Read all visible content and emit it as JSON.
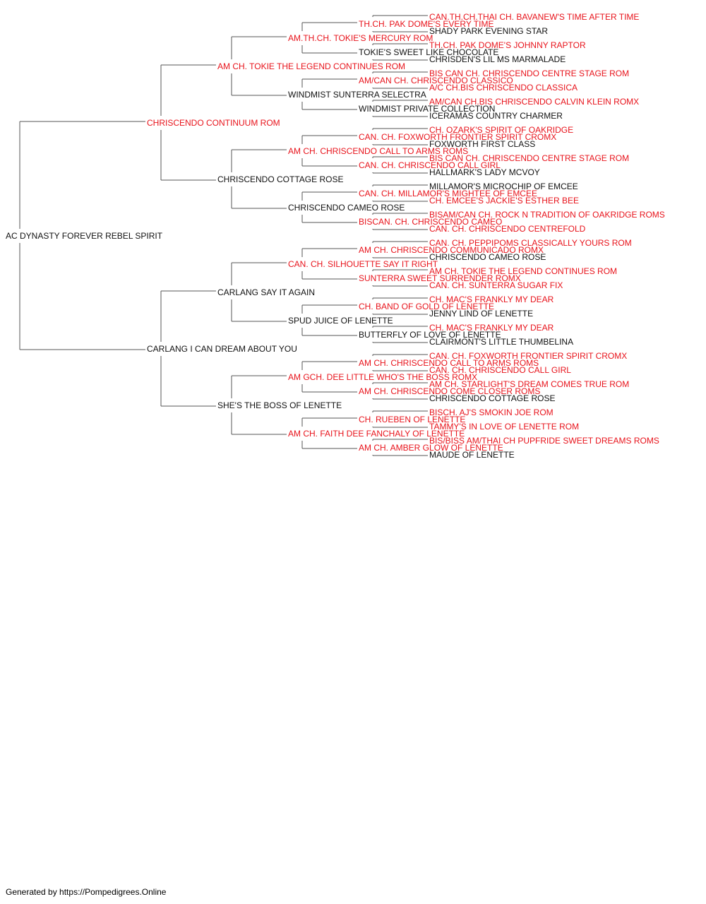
{
  "colors": {
    "champion": "#e8131b",
    "regular": "#111111",
    "line": "#555555"
  },
  "subject": {
    "name": "AC DYNASTY FOREVER REBEL SPIRIT",
    "champion": false
  },
  "generations": [
    [
      {
        "name": "CHRISCENDO CONTINUUM ROM",
        "champion": true
      },
      {
        "name": "CARLANG I CAN DREAM ABOUT YOU",
        "champion": false
      }
    ],
    [
      {
        "name": "AM CH. TOKIE THE LEGEND CONTINUES ROM",
        "champion": true
      },
      {
        "name": "CHRISCENDO COTTAGE ROSE",
        "champion": false
      },
      {
        "name": "CARLANG SAY IT AGAIN",
        "champion": false
      },
      {
        "name": "SHE'S THE BOSS OF LENETTE",
        "champion": false
      }
    ],
    [
      {
        "name": "AM.TH.CH. TOKIE'S MERCURY ROM",
        "champion": true
      },
      {
        "name": "WINDMIST SUNTERRA SELECTRA",
        "champion": false
      },
      {
        "name": "AM CH. CHRISCENDO CALL TO ARMS ROMS",
        "champion": true
      },
      {
        "name": "CHRISCENDO CAMEO ROSE",
        "champion": false
      },
      {
        "name": "CAN. CH. SILHOUETTE SAY IT RIGHT",
        "champion": true
      },
      {
        "name": "SPUD JUICE OF LENETTE",
        "champion": false
      },
      {
        "name": "AM GCH. DEE LITTLE WHO'S THE BOSS ROMX",
        "champion": true
      },
      {
        "name": "AM CH. FAITH DEE FANCHALY OF LENETTE",
        "champion": true
      }
    ],
    [
      {
        "name": "TH.CH. PAK DOME'S EVERY TIME",
        "champion": true
      },
      {
        "name": "TOKIE'S SWEET LIKE CHOCOLATE",
        "champion": false
      },
      {
        "name": "AM/CAN CH. CHRISCENDO CLASSICO",
        "champion": true
      },
      {
        "name": "WINDMIST PRIVATE COLLECTION",
        "champion": false
      },
      {
        "name": "CAN. CH. FOXWORTH FRONTIER SPIRIT CROMX",
        "champion": true
      },
      {
        "name": "CAN. CH. CHRISCENDO CALL GIRL",
        "champion": true
      },
      {
        "name": "CAN. CH. MILLAMOR'S MIGHTEE OF EMCEE",
        "champion": true
      },
      {
        "name": "BISCAN. CH. CHRISCENDO CAMEO",
        "champion": true
      },
      {
        "name": "AM CH. CHRISCENDO COMMUNICADO ROMX",
        "champion": true
      },
      {
        "name": "SUNTERRA SWEET SURRENDER ROMX",
        "champion": true
      },
      {
        "name": "CH. BAND OF GOLD OF LENETTE",
        "champion": true
      },
      {
        "name": "BUTTERFLY OF LOVE OF LENETTE",
        "champion": false
      },
      {
        "name": "AM CH. CHRISCENDO CALL TO ARMS ROMS",
        "champion": true
      },
      {
        "name": "AM CH. CHRISCENDO COME CLOSER ROMS",
        "champion": true
      },
      {
        "name": "CH. RUEBEN OF LENETTE",
        "champion": true
      },
      {
        "name": "AM CH. AMBER GLOW OF LENETTE",
        "champion": true
      }
    ],
    [
      {
        "name": "CAN.TH.CH.THAI CH. BAVANEW'S TIME AFTER TIME",
        "champion": true
      },
      {
        "name": "SHADY PARK EVENING STAR",
        "champion": false
      },
      {
        "name": "TH.CH. PAK DOME'S JOHNNY RAPTOR",
        "champion": true
      },
      {
        "name": "CHRISDEN'S LIL MS MARMALADE",
        "champion": false
      },
      {
        "name": "BIS CAN CH. CHRISCENDO CENTRE STAGE ROM",
        "champion": true
      },
      {
        "name": "A/C CH.BIS CHRISCENDO CLASSICA",
        "champion": true
      },
      {
        "name": "AM/CAN CH.BIS CHRISCENDO CALVIN KLEIN ROMX",
        "champion": true
      },
      {
        "name": "ICERAMAS COUNTRY CHARMER",
        "champion": false
      },
      {
        "name": "CH. OZARK'S SPIRIT OF OAKRIDGE",
        "champion": true
      },
      {
        "name": "FOXWORTH FIRST CLASS",
        "champion": false
      },
      {
        "name": "BIS CAN CH. CHRISCENDO CENTRE STAGE ROM",
        "champion": true
      },
      {
        "name": "HALLMARK'S LADY MCVOY",
        "champion": false
      },
      {
        "name": "MILLAMOR'S MICROCHIP OF EMCEE",
        "champion": false
      },
      {
        "name": "CH. EMCEE'S JACKIE'S ESTHER BEE",
        "champion": true
      },
      {
        "name": "BISAM/CAN CH. ROCK N TRADITION OF OAKRIDGE ROMS",
        "champion": true
      },
      {
        "name": "CAN. CH. CHRISCENDO CENTREFOLD",
        "champion": true
      },
      {
        "name": "CAN. CH. PEPPIPOMS CLASSICALLY YOURS ROM",
        "champion": true
      },
      {
        "name": "CHRISCENDO CAMEO ROSE",
        "champion": false
      },
      {
        "name": "AM CH. TOKIE THE LEGEND CONTINUES ROM",
        "champion": true
      },
      {
        "name": "CAN. CH. SUNTERRA SUGAR FIX",
        "champion": true
      },
      {
        "name": "CH. MAC'S FRANKLY MY DEAR",
        "champion": true
      },
      {
        "name": "JENNY LIND OF LENETTE",
        "champion": false
      },
      {
        "name": "CH. MAC'S FRANKLY MY DEAR",
        "champion": true
      },
      {
        "name": "CLAIRMONT'S LITTLE THUMBELINA",
        "champion": false
      },
      {
        "name": "CAN. CH. FOXWORTH FRONTIER SPIRIT CROMX",
        "champion": true
      },
      {
        "name": "CAN. CH. CHRISCENDO CALL GIRL",
        "champion": true
      },
      {
        "name": "AM CH. STARLIGHT'S DREAM COMES TRUE ROM",
        "champion": true
      },
      {
        "name": "CHRISCENDO COTTAGE ROSE",
        "champion": false
      },
      {
        "name": "BISCH. AJ'S SMOKIN JOE ROM",
        "champion": true
      },
      {
        "name": "TAMMY'S IN LOVE OF LENETTE ROM",
        "champion": true
      },
      {
        "name": "BIS/BISS AM/THAI CH PUPFRIDE SWEET DREAMS ROMS",
        "champion": true
      },
      {
        "name": "MAUDE OF LENETTE",
        "champion": false
      }
    ]
  ],
  "footer": "Generated by https://Pompedigrees.Online"
}
